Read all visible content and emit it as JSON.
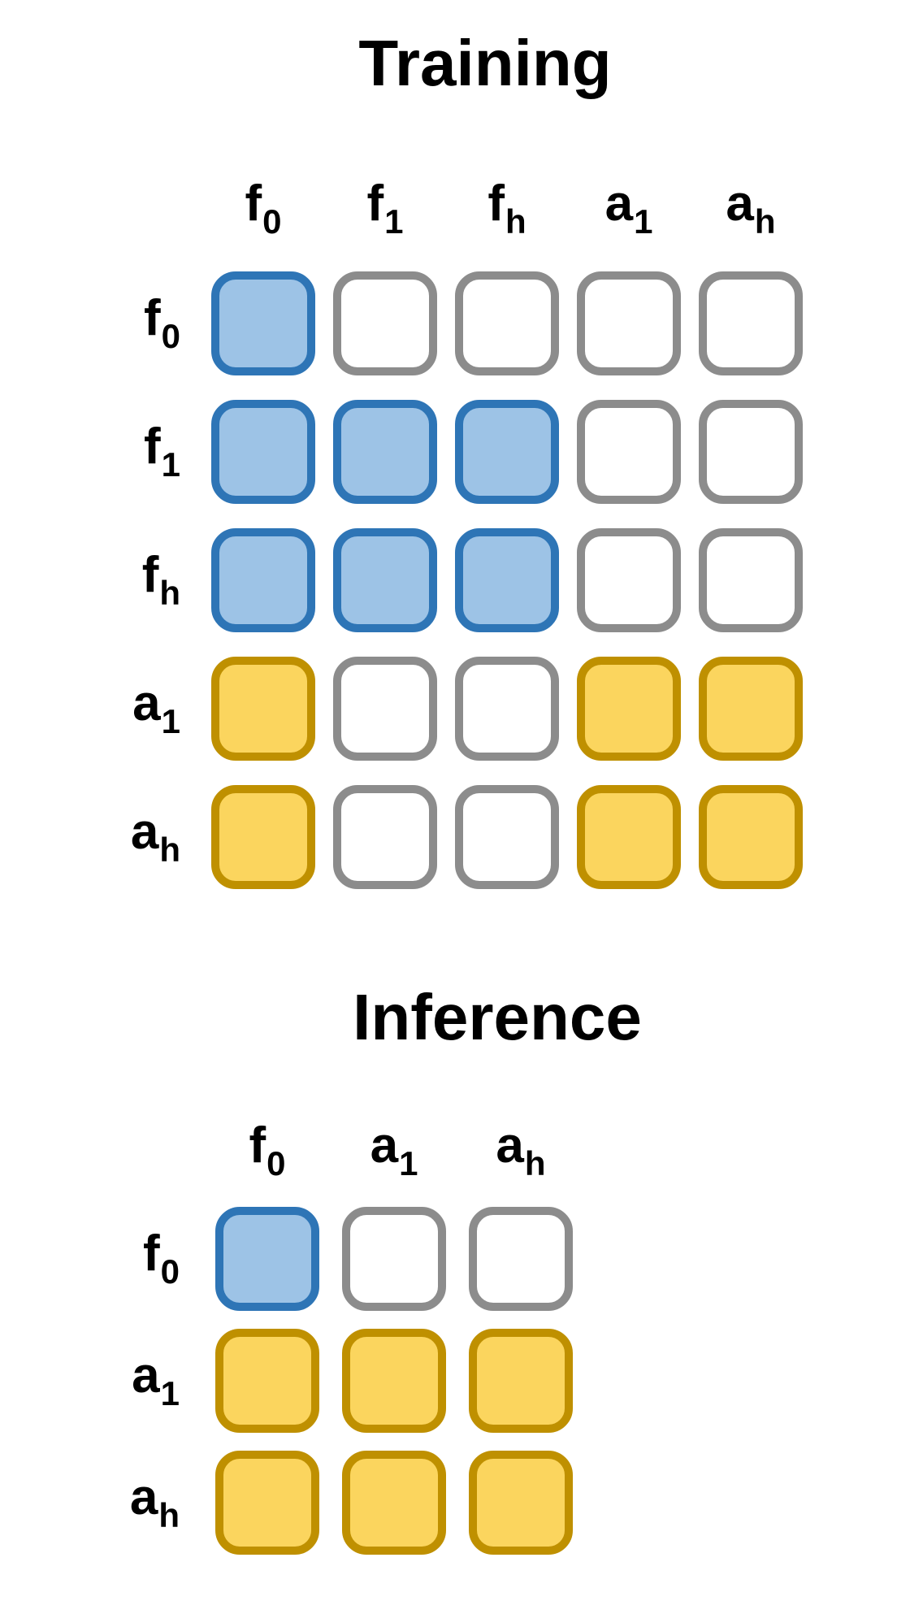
{
  "figure": {
    "training": {
      "title": "Training",
      "columns": [
        [
          "f",
          "0"
        ],
        [
          "f",
          "1"
        ],
        [
          "f",
          "h"
        ],
        [
          "a",
          "1"
        ],
        [
          "a",
          "h"
        ]
      ],
      "rows": [
        [
          "f",
          "0"
        ],
        [
          "f",
          "1"
        ],
        [
          "f",
          "h"
        ],
        [
          "a",
          "1"
        ],
        [
          "a",
          "h"
        ]
      ],
      "cells": [
        [
          "blue",
          "empty",
          "empty",
          "empty",
          "empty"
        ],
        [
          "blue",
          "blue",
          "blue",
          "empty",
          "empty"
        ],
        [
          "blue",
          "blue",
          "blue",
          "empty",
          "empty"
        ],
        [
          "yellow",
          "empty",
          "empty",
          "yellow",
          "yellow"
        ],
        [
          "yellow",
          "empty",
          "empty",
          "yellow",
          "yellow"
        ]
      ]
    },
    "inference": {
      "title": "Inference",
      "columns": [
        [
          "f",
          "0"
        ],
        [
          "a",
          "1"
        ],
        [
          "a",
          "h"
        ]
      ],
      "rows": [
        [
          "f",
          "0"
        ],
        [
          "a",
          "1"
        ],
        [
          "a",
          "h"
        ]
      ],
      "cells": [
        [
          "blue",
          "empty",
          "empty"
        ],
        [
          "yellow",
          "yellow",
          "yellow"
        ],
        [
          "yellow",
          "yellow",
          "yellow"
        ]
      ]
    },
    "colors": {
      "blue_fill": "#9DC3E6",
      "blue_border": "#2E75B6",
      "yellow_fill": "#FBD55E",
      "yellow_border": "#BF9000",
      "empty_fill": "#FFFFFF",
      "empty_border": "#8C8C8C"
    }
  }
}
